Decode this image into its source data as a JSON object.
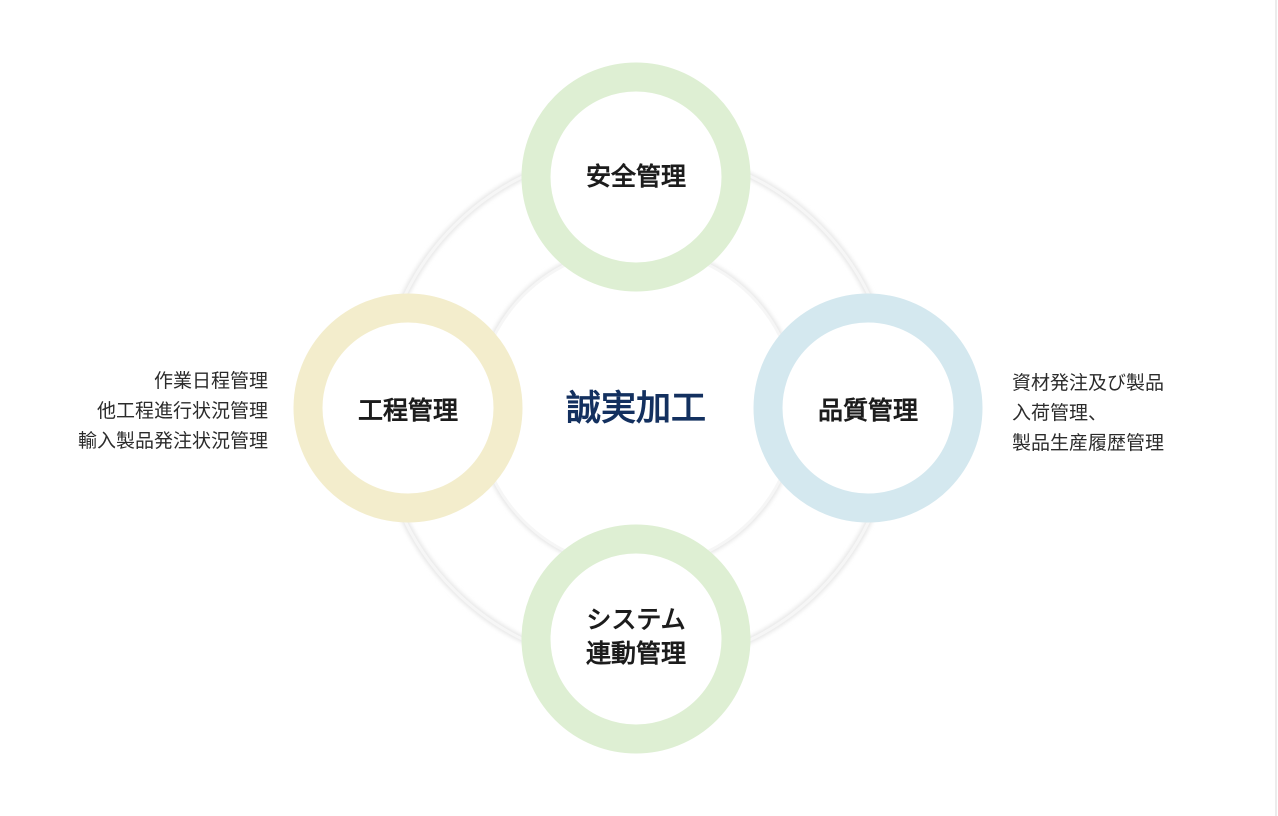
{
  "center": {
    "label": "誠実加工"
  },
  "nodes": {
    "top": {
      "lines": [
        "安全管理"
      ],
      "color": "#deefd3"
    },
    "left": {
      "lines": [
        "工程管理"
      ],
      "color": "#f3edcc"
    },
    "right": {
      "lines": [
        "品質管理"
      ],
      "color": "#d4e8ef"
    },
    "bottom": {
      "lines": [
        "システム",
        "連動管理"
      ],
      "color": "#deefd3"
    }
  },
  "descriptions": {
    "left": [
      "作業日程管理",
      "他工程進行状況管理",
      "輸入製品発注状況管理"
    ],
    "right": [
      "資材発注及び製品",
      "入荷管理、",
      "製品生産履歴管理"
    ]
  },
  "colors": {
    "center_text": "#13305f",
    "connector": "#eeeeee"
  }
}
